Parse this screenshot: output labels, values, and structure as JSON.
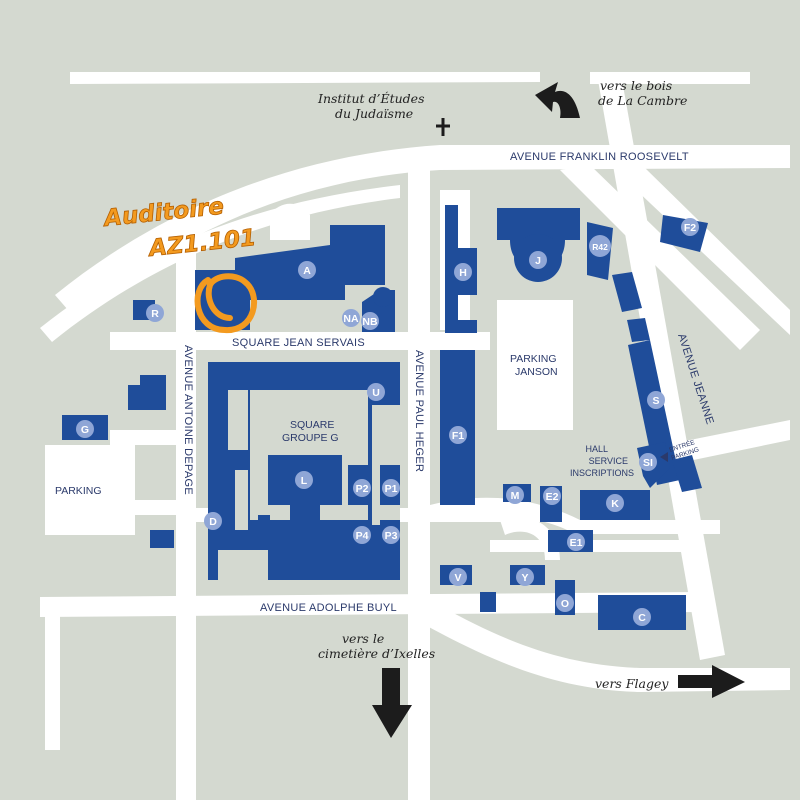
{
  "highlight": {
    "line1": "Auditoire",
    "line2": "AZ1.101"
  },
  "directions": {
    "bois_line1": "vers le bois",
    "bois_line2": "de La Cambre",
    "institut_line1": "Institut d’Études",
    "institut_line2": "du Judaïsme",
    "ixelles_line1": "vers le",
    "ixelles_line2": "cimetière d’Ixelles",
    "flagey": "vers Flagey"
  },
  "streets": {
    "franklin_roosevelt": "AVENUE FRANKLIN ROOSEVELT",
    "jean_servais": "SQUARE JEAN SERVAIS",
    "antoine_depage": "AVENUE ANTOINE DEPAGE",
    "paul_heger": "AVENUE PAUL HEGER",
    "jeanne": "AVENUE JEANNE",
    "adolphe_buyl": "AVENUE ADOLPHE BUYL"
  },
  "areas": {
    "parking_left": "PARKING",
    "parking_janson_1": "PARKING",
    "parking_janson_2": "JANSON",
    "square_groupe_g_1": "SQUARE",
    "square_groupe_g_2": "GROUPE G",
    "hall_1": "HALL",
    "hall_2": "SERVICE",
    "hall_3": "INSCRIPTIONS",
    "entree_1": "ENTRÉE",
    "entree_2": "PARKING"
  },
  "buildings": [
    "A",
    "NA",
    "NB",
    "R",
    "G",
    "D",
    "U",
    "L",
    "P1",
    "P2",
    "P3",
    "P4",
    "H",
    "F1",
    "J",
    "R42",
    "F2",
    "S",
    "SI",
    "M",
    "E2",
    "K",
    "E1",
    "V",
    "Y",
    "O",
    "C"
  ],
  "colors": {
    "background": "#d4d9d0",
    "road": "#ffffff",
    "building": "#1f4d9a",
    "badge": "#8fa6d6",
    "highlight": "#f39a1f"
  }
}
